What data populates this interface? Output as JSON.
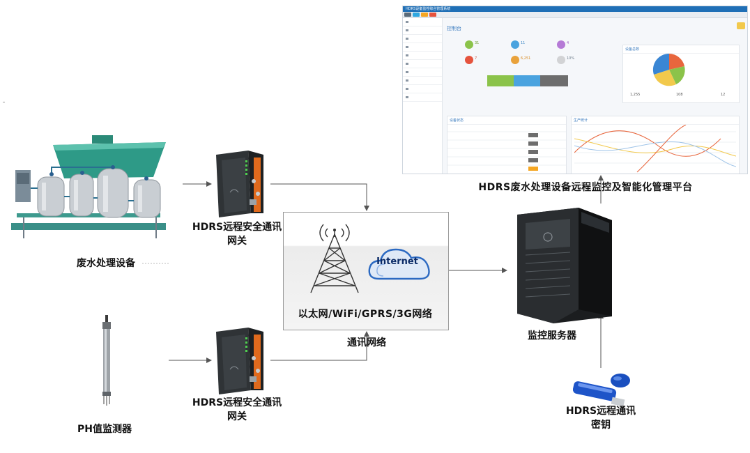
{
  "labels": {
    "equipment": "废水处理设备",
    "gateway_top_line1": "HDRS远程安全通讯",
    "gateway_top_line2": "网关",
    "gateway_bottom_line1": "HDRS远程安全通讯",
    "gateway_bottom_line2": "网关",
    "ph_monitor": "PH值监测器",
    "network_types": "以太网/WiFi/GPRS/3G网络",
    "network_caption": "通讯网络",
    "internet": "Internet",
    "server": "监控服务器",
    "key_line1": "HDRS远程通讯",
    "key_line2": "密钥",
    "platform": "HDRS废水处理设备远程监控及智能化管理平台"
  },
  "dashboard": {
    "title": "HDRS设备监控综合管理系统",
    "page_title": "控制台",
    "stats": [
      "31",
      "11",
      "4",
      "7",
      "6,251",
      "10%"
    ],
    "chart1_title": "设备总数",
    "chart2_title": "设备状态",
    "chart3_title": "生产统计",
    "social_counts": [
      "1,255",
      "108",
      "12"
    ]
  },
  "colors": {
    "line": "#555555",
    "dash_blue": "#1f6fb6",
    "pie": [
      "#e8663d",
      "#3a86d4",
      "#f2c94c",
      "#8bc34a"
    ]
  }
}
